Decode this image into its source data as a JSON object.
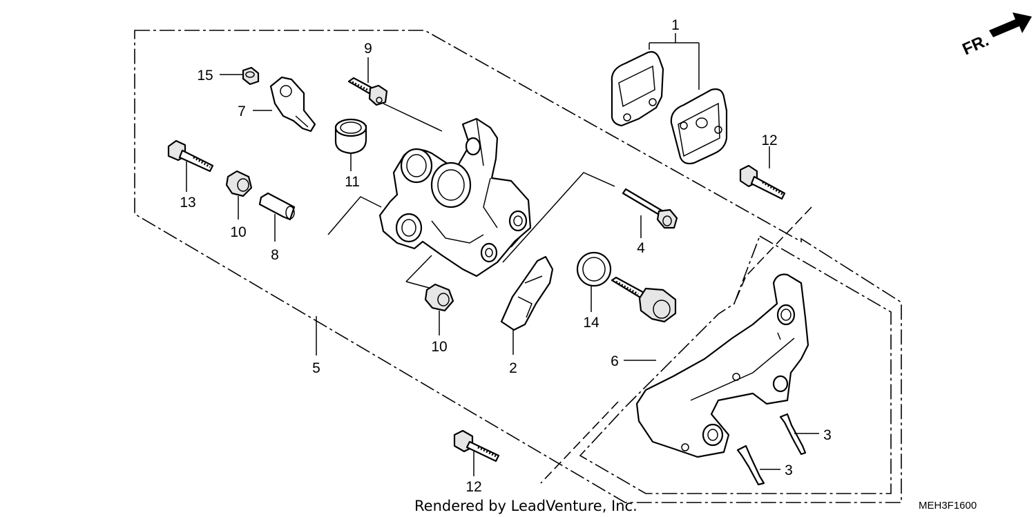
{
  "callouts": [
    {
      "id": "1",
      "text": "1"
    },
    {
      "id": "2",
      "text": "2"
    },
    {
      "id": "3a",
      "text": "3"
    },
    {
      "id": "3b",
      "text": "3"
    },
    {
      "id": "4",
      "text": "4"
    },
    {
      "id": "5",
      "text": "5"
    },
    {
      "id": "6",
      "text": "6"
    },
    {
      "id": "7",
      "text": "7"
    },
    {
      "id": "8",
      "text": "8"
    },
    {
      "id": "9",
      "text": "9"
    },
    {
      "id": "10a",
      "text": "10"
    },
    {
      "id": "10b",
      "text": "10"
    },
    {
      "id": "11",
      "text": "11"
    },
    {
      "id": "12a",
      "text": "12"
    },
    {
      "id": "12b",
      "text": "12"
    },
    {
      "id": "13",
      "text": "13"
    },
    {
      "id": "14",
      "text": "14"
    },
    {
      "id": "15",
      "text": "15"
    }
  ],
  "direction_label": "FR.",
  "credit": "Rendered by LeadVenture, Inc.",
  "diagram_code": "MEH3F1600"
}
